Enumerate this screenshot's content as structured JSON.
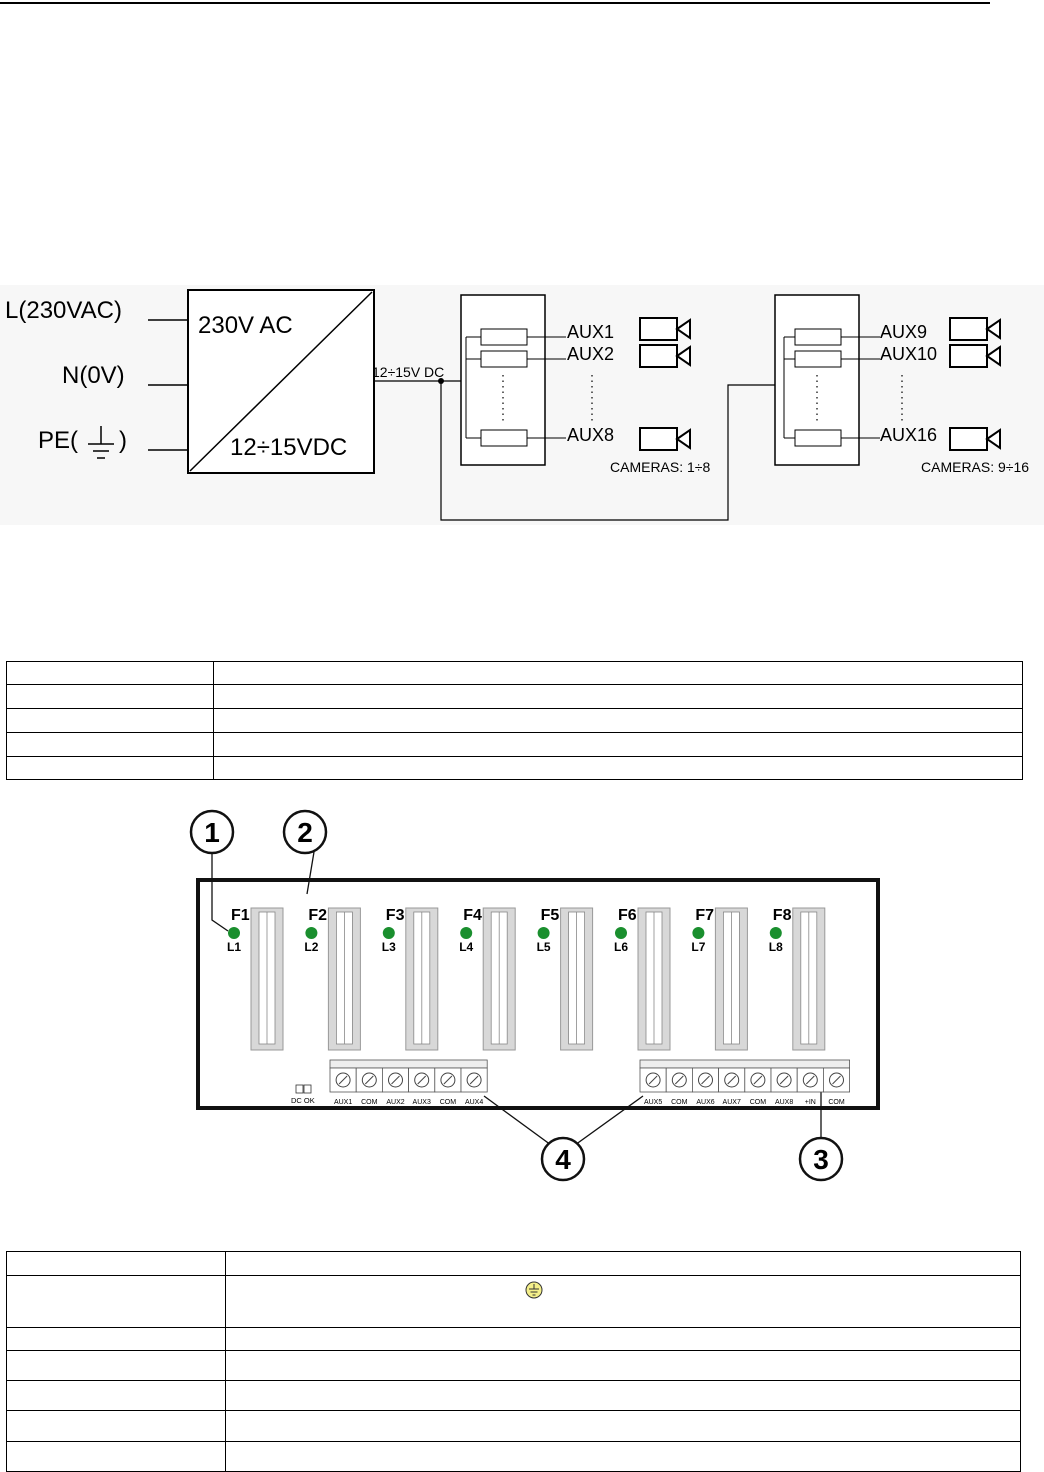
{
  "wiring": {
    "inputs": [
      "L(230VAC)",
      "N(0V)",
      "PE(",
      ")"
    ],
    "psu": {
      "top": "230V AC",
      "bottom": "12÷15VDC"
    },
    "bus_label": "12÷15V DC",
    "group1": {
      "outputs": [
        "AUX1",
        "AUX2",
        "AUX8"
      ],
      "cameras": "CAMERAS: 1÷8"
    },
    "group2": {
      "outputs": [
        "AUX9",
        "AUX10",
        "AUX16"
      ],
      "cameras": "CAMERAS: 9÷16"
    }
  },
  "module": {
    "callouts": [
      "1",
      "2",
      "3",
      "4"
    ],
    "fuses": [
      "F1",
      "F2",
      "F3",
      "F4",
      "F5",
      "F6",
      "F7",
      "F8"
    ],
    "leds": [
      "L1",
      "L2",
      "L3",
      "L4",
      "L5",
      "L6",
      "L7",
      "L8"
    ],
    "led_color": "#1a8f2e",
    "dc_ok": "DC OK",
    "terminals_left": [
      "AUX1",
      "COM",
      "AUX2",
      "AUX3",
      "COM",
      "AUX4"
    ],
    "terminals_right": [
      "AUX5",
      "COM",
      "AUX6",
      "AUX7",
      "COM",
      "AUX8",
      "+IN",
      "COM"
    ]
  },
  "ground_symbol_color": "#f4ef8a"
}
